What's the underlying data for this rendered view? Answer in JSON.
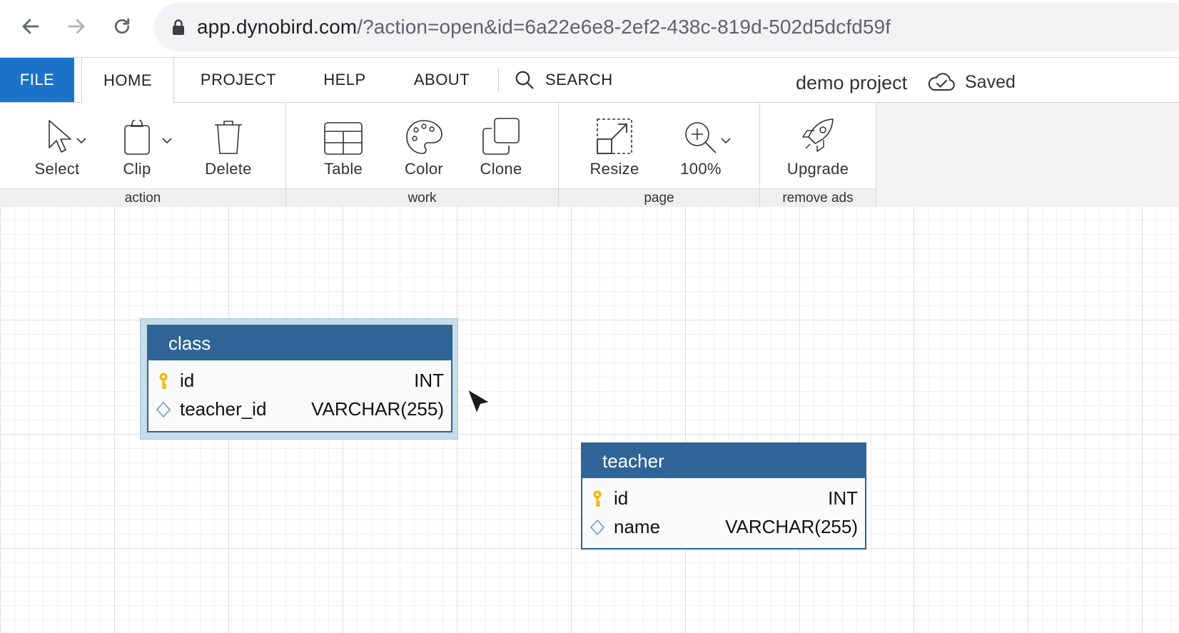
{
  "browser": {
    "url_host": "app.dynobird.com",
    "url_rest": "/?action=open&id=6a22e6e8-2ef2-438c-819d-502d5dcfd59f"
  },
  "menu": {
    "file": "FILE",
    "home": "HOME",
    "project": "PROJECT",
    "help": "HELP",
    "about": "ABOUT",
    "search": "SEARCH",
    "project_name": "demo project",
    "save_status": "Saved"
  },
  "ribbon": {
    "groups": {
      "action": "action",
      "work": "work",
      "page": "page",
      "remove_ads": "remove ads"
    },
    "tools": {
      "select": "Select",
      "clip": "Clip",
      "delete": "Delete",
      "table": "Table",
      "color": "Color",
      "clone": "Clone",
      "resize": "Resize",
      "zoom": "100%",
      "upgrade": "Upgrade"
    }
  },
  "tables": [
    {
      "name": "class",
      "selected": true,
      "columns": [
        {
          "name": "id",
          "type": "INT",
          "key": "primary"
        },
        {
          "name": "teacher_id",
          "type": "VARCHAR(255)",
          "key": "none"
        }
      ]
    },
    {
      "name": "teacher",
      "selected": false,
      "columns": [
        {
          "name": "id",
          "type": "INT",
          "key": "primary"
        },
        {
          "name": "name",
          "type": "VARCHAR(255)",
          "key": "none"
        }
      ]
    }
  ],
  "colors": {
    "accent": "#1a73c8",
    "table_header": "#2e6496",
    "key_icon": "#f2b705",
    "selection": "#c8dcea"
  }
}
